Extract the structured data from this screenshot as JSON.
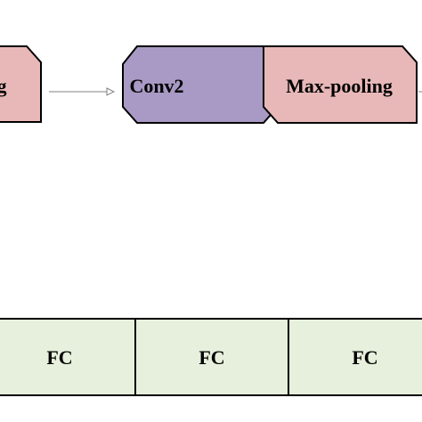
{
  "diagram": {
    "top_row": {
      "left_partial_label": "g",
      "conv2_label": "Conv2",
      "maxpool_label": "Max-pooling"
    },
    "bottom_row": {
      "fc_blocks": [
        {
          "label": "FC"
        },
        {
          "label": "FC"
        },
        {
          "label": "FC"
        }
      ]
    }
  },
  "colors": {
    "pooling_fill": "#e8b8b8",
    "conv_fill": "#a89ac4",
    "fc_fill": "#e6f0dc",
    "stroke": "#000000",
    "arrow": "#808080"
  }
}
